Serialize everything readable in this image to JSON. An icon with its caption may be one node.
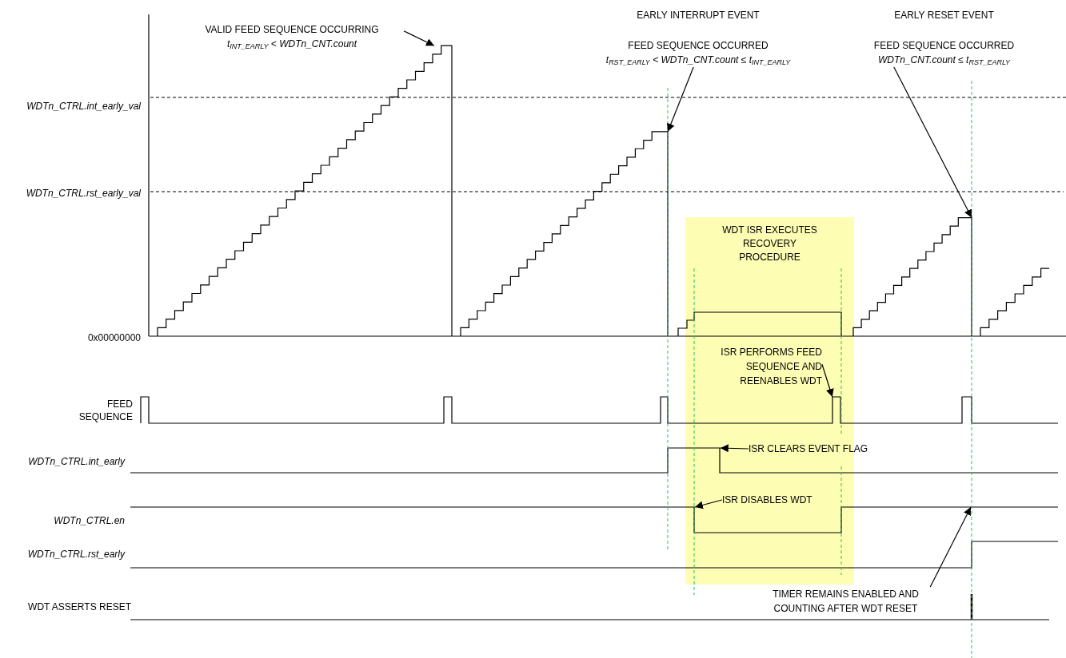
{
  "diagram": {
    "nodes": [
      {
        "text": [
          "VALID FEED SEQUENCE OCCURRING",
          "t$_{INT_EARLY}$ < WDTn_CNT.count"
        ]
      },
      {
        "text": [
          "EARLY INTERRUPT EVENT",
          "FEED SEQUENCE OCCURRED",
          "t$_{RST_EARLY}$ < WDTn_CNT.count ≤ t$_{INT_EARLY}$"
        ]
      },
      {
        "text": [
          "EARLY RESET EVENT",
          "FEED SEQUENCE OCCURRED",
          "WDTn_CNT.count ≤ t$_{RST_EARLY}$"
        ]
      },
      {
        "text": [
          "WDT ISR EXECUTES RECOVERY PROCEDURE"
        ]
      },
      {
        "text": [
          "ISR PERFORMS FEED SEQUENCE AND REENABLES WDT"
        ],
        "in": 3
      },
      {
        "text": [
          "ISR CLEARS EVENT FLAG"
        ]
      },
      {
        "text": [
          "ISR DISABLES WDT"
        ],
        "in": 3
      },
      {
        "text": [
          "TIMER REMAINS ENABLED AND COUNTING AFTER WDT RESET"
        ]
      },
      {
        "text": [],
        "shape": "waveform"
      },
      {
        "text": [],
        "shape": "waveform"
      },
      {
        "text": [],
        "shape": "waveform"
      },
      {
        "text": [],
        "shape": "waveform",
        "beside": [
          "FEED SEQUENCE"
        ]
      },
      {
        "text": [],
        "shape": "waveform",
        "beside": [
          "WDTn_CTRL.int_early"
        ]
      },
      {
        "text": [],
        "shape": "waveform",
        "beside": [
          "WDTn_CTRL.en"
        ]
      }
    ],
    "edges": [
      {
        "from": 0,
        "to": 8,
        "arrow": "to"
      },
      {
        "from": 1,
        "to": 9,
        "arrow": "to"
      },
      {
        "from": 2,
        "to": 10,
        "arrow": "to"
      },
      {
        "from": 4,
        "to": 11,
        "arrow": "to"
      },
      {
        "from": 5,
        "to": 12,
        "arrow": "to"
      },
      {
        "from": 6,
        "to": 13,
        "arrow": "to"
      },
      {
        "from": 7,
        "to": 13,
        "arrow": "to"
      }
    ],
    "labels": [
      "WDTn_CTRL.int_early_val",
      "WDTn_CTRL.rst_early_val",
      "0x00000000",
      "WDTn_CTRL.rst_early",
      "WDT ASSERTS RESET"
    ]
  }
}
